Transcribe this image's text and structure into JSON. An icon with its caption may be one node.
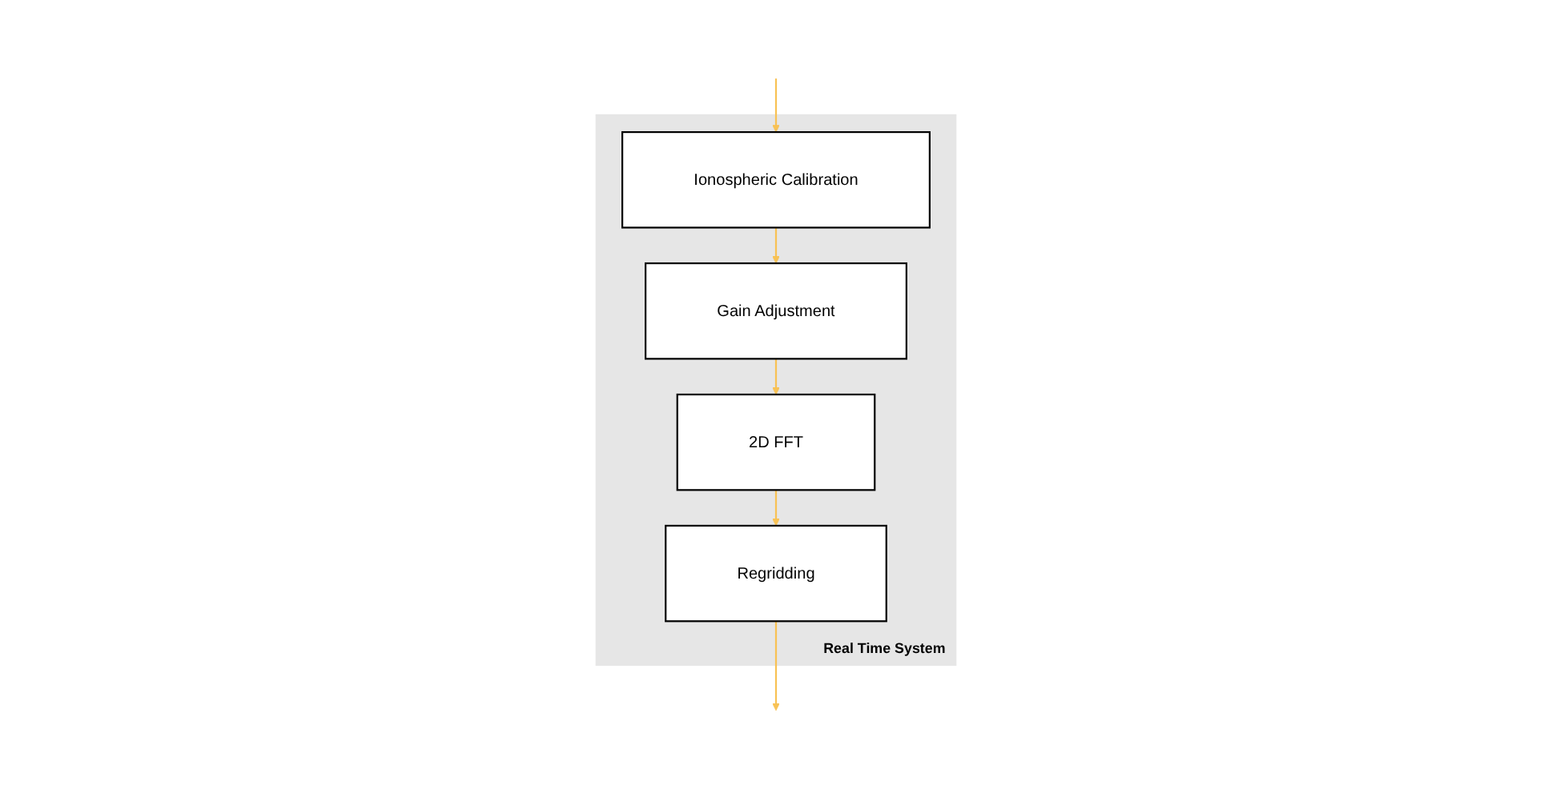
{
  "diagram": {
    "nodes": [
      {
        "text": [
          "Real Time System"
        ]
      },
      {
        "text": [
          "Gain Adjustment"
        ],
        "in": 0
      },
      {
        "text": [
          "Ionospheric Calibration"
        ],
        "in": 0
      },
      {
        "text": [
          "2D FFT"
        ],
        "in": 0
      },
      {
        "text": [
          "Regridding"
        ],
        "in": 0
      }
    ],
    "edges": [
      {
        "from": null,
        "to": 2,
        "arrow": "to"
      },
      {
        "from": 2,
        "to": 1,
        "arrow": "to"
      },
      {
        "from": 1,
        "to": 3,
        "arrow": "to"
      },
      {
        "from": 3,
        "to": 4,
        "arrow": "to"
      },
      {
        "from": 4,
        "to": null,
        "arrow": "to"
      }
    ]
  }
}
